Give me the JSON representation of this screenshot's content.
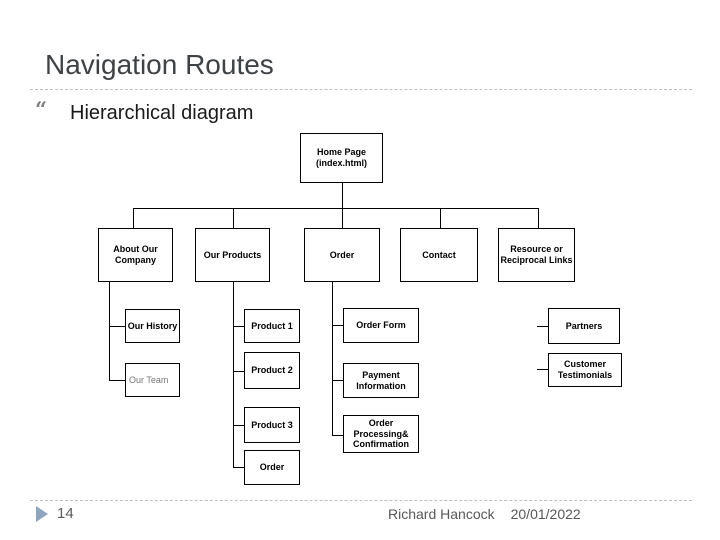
{
  "slide": {
    "title": "Navigation Routes",
    "bullet_glyph": "“",
    "subtitle": "Hierarchical diagram",
    "footer": {
      "page_number": "14",
      "author": "Richard Hancock",
      "date": "20/01/2022"
    }
  },
  "colors": {
    "title_text": "#3F4245",
    "subtitle_text": "#1A1A1A",
    "footer_text": "#595959",
    "page_arrow": "#8FA5BE",
    "bullet_quote": "#7E8287",
    "box_border": "#000000",
    "muted_node_text": "#777777"
  },
  "chart_data": {
    "type": "table",
    "title": "Website navigation hierarchy",
    "root": "Home Page (index.html)",
    "levels": [
      [
        "Home Page (index.html)"
      ],
      [
        "About Our Company",
        "Our Products",
        "Order",
        "Contact",
        "Resource or Reciprocal Links"
      ],
      [
        "Our History",
        "Our Team",
        "Product 1",
        "Product 2",
        "Product 3",
        "Order",
        "Order Form",
        "Payment Information",
        "Order Processing& Confirmation",
        "Partners",
        "Customer Testimonials"
      ]
    ]
  },
  "diagram": {
    "nodes": {
      "home": {
        "label": "Home Page (index.html)"
      },
      "about": {
        "label": "About Our Company"
      },
      "products": {
        "label": "Our Products"
      },
      "order": {
        "label": "Order"
      },
      "contact": {
        "label": "Contact"
      },
      "resources": {
        "label": "Resource or Reciprocal Links"
      },
      "history": {
        "label": "Our History"
      },
      "team": {
        "label": "Our Team"
      },
      "product1": {
        "label": "Product 1"
      },
      "product2": {
        "label": "Product 2"
      },
      "product3": {
        "label": "Product 3"
      },
      "order2": {
        "label": "Order"
      },
      "orderform": {
        "label": "Order Form"
      },
      "payment": {
        "label": "Payment Information"
      },
      "processing": {
        "label": "Order Processing& Confirmation"
      },
      "partners": {
        "label": "Partners"
      },
      "testimonials": {
        "label": "Customer Testimonials"
      }
    }
  }
}
